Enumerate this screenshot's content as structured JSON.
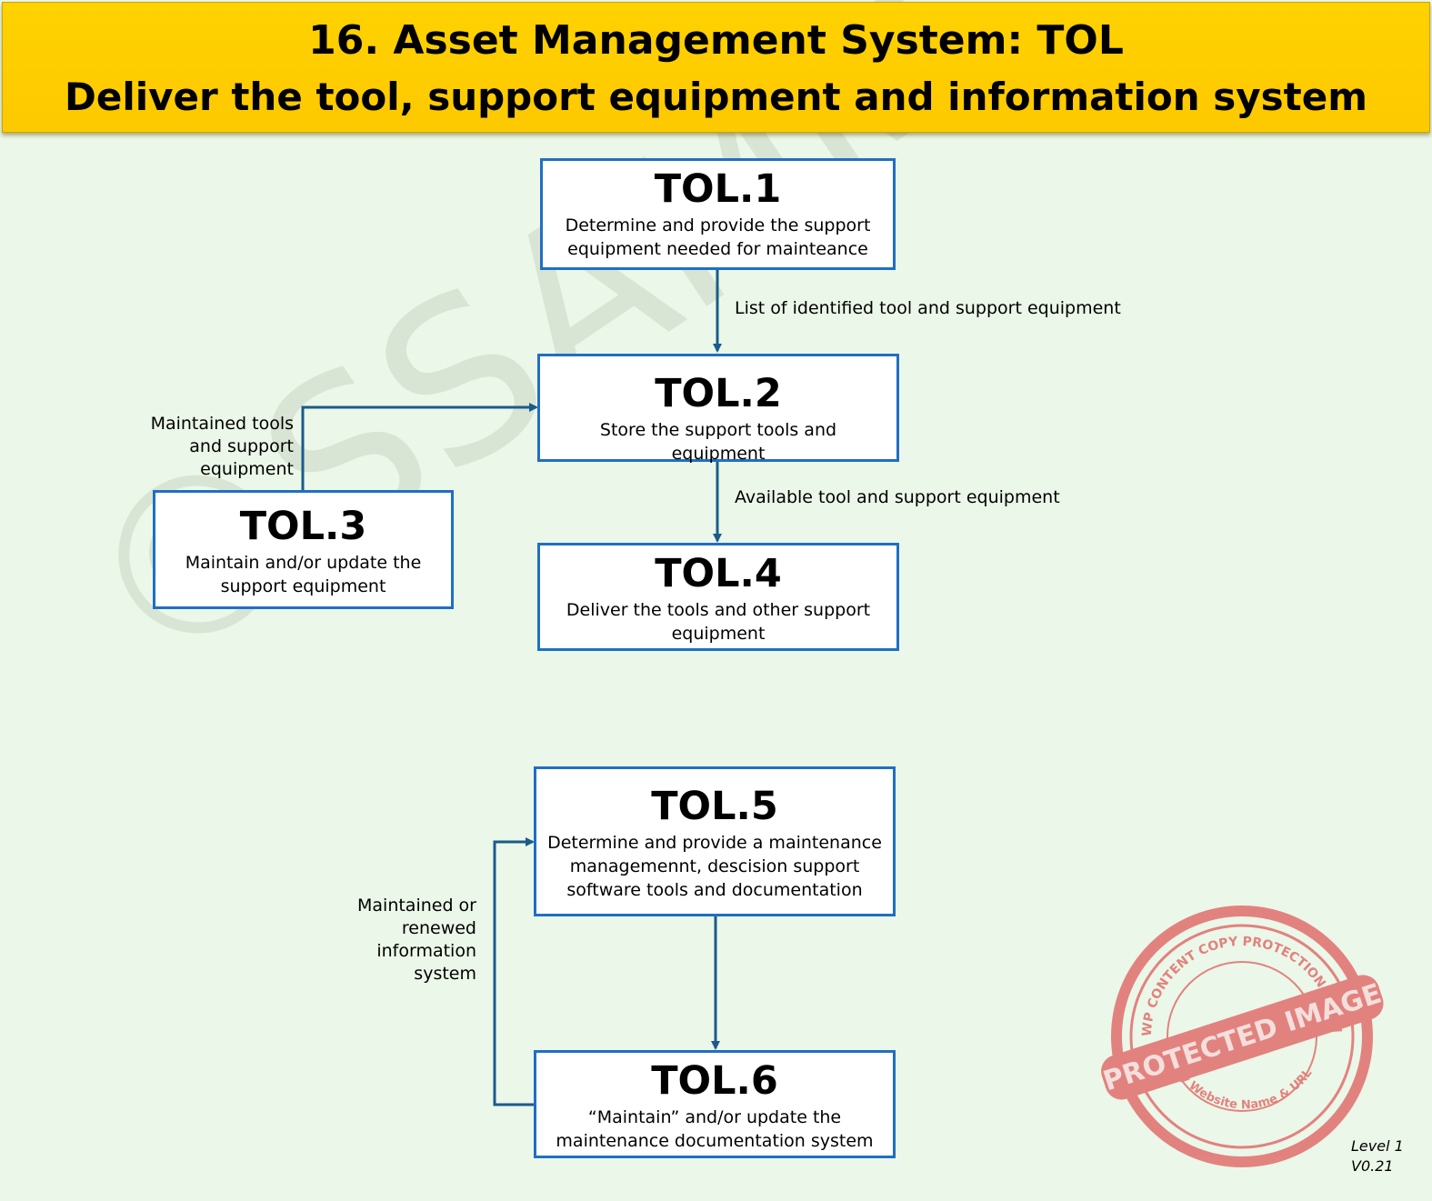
{
  "header": {
    "line1": "16. Asset Management System: TOL",
    "line2": "Deliver the tool, support equipment and information system"
  },
  "watermark": "©SSAMM",
  "boxes": {
    "tol1": {
      "id": "TOL.1",
      "desc": "Determine and provide the support equipment needed for mainteance"
    },
    "tol2": {
      "id": "TOL.2",
      "desc": "Store the support tools and equipment"
    },
    "tol3": {
      "id": "TOL.3",
      "desc": "Maintain and/or update the support equipment"
    },
    "tol4": {
      "id": "TOL.4",
      "desc": "Deliver the tools and other support equipment"
    },
    "tol5": {
      "id": "TOL.5",
      "desc": "Determine and provide a maintenance managemennt, descision support software tools and documentation"
    },
    "tol6": {
      "id": "TOL.6",
      "desc": "“Maintain” and/or update the maintenance documentation system"
    }
  },
  "flows": {
    "tol1_to_tol2": "List of identified tool and support equipment",
    "tol2_to_tol4": "Available tool and support equipment",
    "tol3_to_tol2": [
      "Maintained tools",
      "and support",
      "equipment"
    ],
    "tol6_to_tol5": [
      "Maintained or",
      "renewed",
      "information",
      "system"
    ]
  },
  "stamp": {
    "arc_top": "WP CONTENT COPY PROTECTION PLUGIN",
    "band": "PROTECTED IMAGE",
    "arc_bottom": "My Website Name & URL Here"
  },
  "version": {
    "level": "Level 1",
    "number": "V0.21"
  },
  "colors": {
    "header_bg": "#ffd200",
    "page_bg": "#ebf7e8",
    "box_border": "#1f6fc4",
    "connector": "#1a5b8c",
    "stamp": "#e06565"
  }
}
